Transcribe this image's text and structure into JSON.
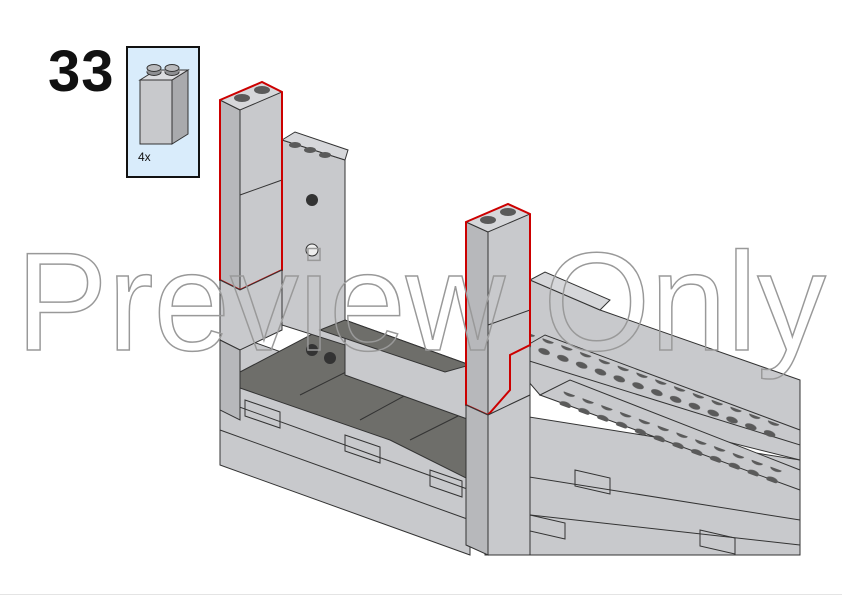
{
  "step": {
    "number": "33"
  },
  "parts_list": [
    {
      "part": "brick 1x2x3",
      "quantity_label": "4x",
      "color": "#c8c9cc"
    }
  ],
  "colors": {
    "brick_light_gray": "#c8c9cc",
    "brick_dark_gray": "#6e6e6a",
    "new_part_outline": "#cc0000",
    "callout_bg": "#d9ecfb"
  },
  "watermark": {
    "text": "Preview Only"
  }
}
